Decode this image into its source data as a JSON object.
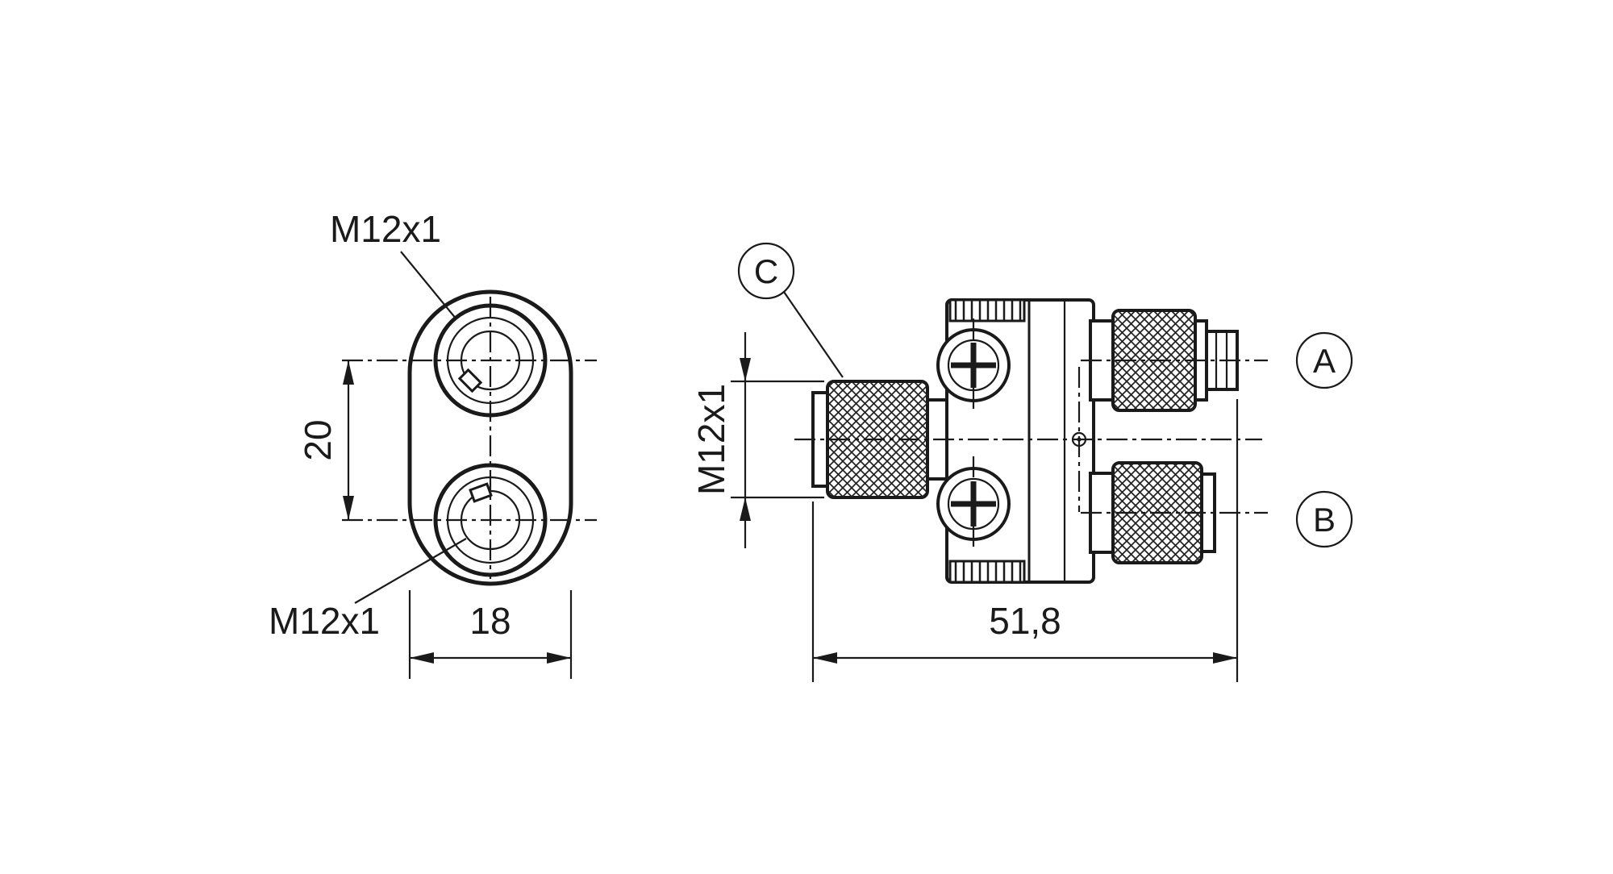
{
  "drawing": {
    "front_view": {
      "port_top_label": "M12x1",
      "port_bottom_label": "M12x1",
      "dim_port_spacing": "20",
      "dim_width": "18"
    },
    "side_view": {
      "thread_label": "M12x1",
      "dim_length": "51,8",
      "balloon_a": "A",
      "balloon_b": "B",
      "balloon_c": "C"
    },
    "colors": {
      "line": "#1a1a1a",
      "background": "#ffffff"
    }
  }
}
